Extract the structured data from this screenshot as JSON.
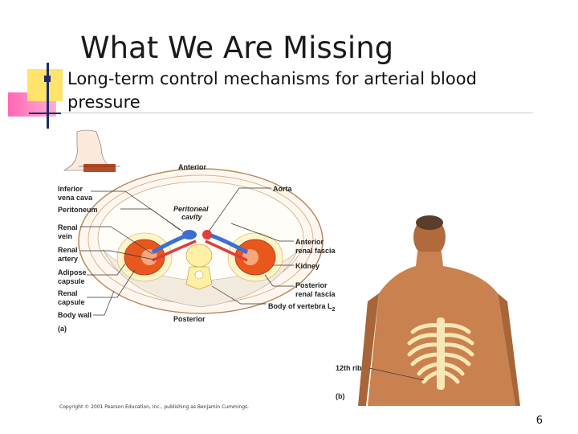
{
  "slide": {
    "title": "What We Are Missing",
    "bullet": "Long-term control mechanisms for arterial blood pressure",
    "page_number": "6",
    "copyright": "Copyright © 2001 Pearson Education, Inc., publishing as Benjamin Cummings."
  },
  "figure_a": {
    "panel_label": "(a)",
    "labels": {
      "anterior": "Anterior",
      "posterior": "Posterior",
      "peritoneal_cavity_1": "Peritoneal",
      "peritoneal_cavity_2": "cavity",
      "inferior_vena_cava_1": "Inferior",
      "inferior_vena_cava_2": "vena cava",
      "peritoneum": "Peritoneum",
      "renal_vein_1": "Renal",
      "renal_vein_2": "vein",
      "renal_artery_1": "Renal",
      "renal_artery_2": "artery",
      "adipose_capsule_1": "Adipose",
      "adipose_capsule_2": "capsule",
      "renal_capsule_1": "Renal",
      "renal_capsule_2": "capsule",
      "body_wall": "Body wall",
      "aorta": "Aorta",
      "anterior_renal_fascia_1": "Anterior",
      "anterior_renal_fascia_2": "renal fascia",
      "kidney": "Kidney",
      "posterior_renal_fascia_1": "Posterior",
      "posterior_renal_fascia_2": "renal fascia",
      "body_of_vertebra": "Body of vertebra L",
      "vertebra_subscript": "2"
    }
  },
  "figure_b": {
    "panel_label": "(b)",
    "rib_label": "12th rib"
  },
  "colors": {
    "kidney": "#e8581d",
    "vein": "#3b6fd1",
    "artery": "#e23b3b",
    "skin": "#c9824f",
    "ornament_yellow": "#ffe36b",
    "ornament_pink": "#ff4da6",
    "ornament_navy": "#1d2b6b"
  }
}
